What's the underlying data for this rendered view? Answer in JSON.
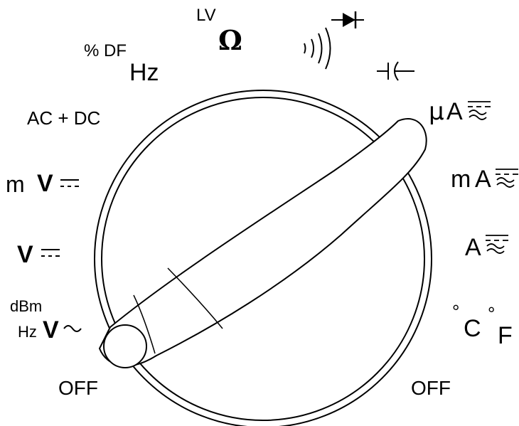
{
  "dial": {
    "left_positions": {
      "off": "OFF",
      "ac_volts": {
        "prefix_top": "dBm",
        "prefix_bottom": "Hz",
        "unit": "V",
        "symbol": "~"
      },
      "dc_volts": {
        "unit": "V",
        "symbol": "dc-icon"
      },
      "dc_millivolts": {
        "prefix": "m",
        "unit": "V",
        "symbol": "dc-icon"
      },
      "ac_dc": "AC + DC",
      "frequency": {
        "prefix": "% DF",
        "unit": "Hz"
      },
      "resistance": {
        "prefix": "LV",
        "symbol": "Ω"
      },
      "continuity": {
        "symbol": "beeper-icon"
      },
      "diode": {
        "symbol": "diode-icon"
      }
    },
    "right_positions": {
      "capacitance": {
        "symbol": "capacitor-icon"
      },
      "microamps": {
        "prefix": "μ",
        "unit": "A",
        "symbol": "ac-dc-icon"
      },
      "milliamps": {
        "prefix": "m",
        "unit": "A",
        "symbol": "ac-dc-icon"
      },
      "amps": {
        "unit": "A",
        "symbol": "ac-dc-icon"
      },
      "temperature": {
        "c": "C",
        "f": "F",
        "degree": "°"
      },
      "off": "OFF"
    }
  },
  "colors": {
    "ink": "#000000",
    "background": "#ffffff"
  }
}
